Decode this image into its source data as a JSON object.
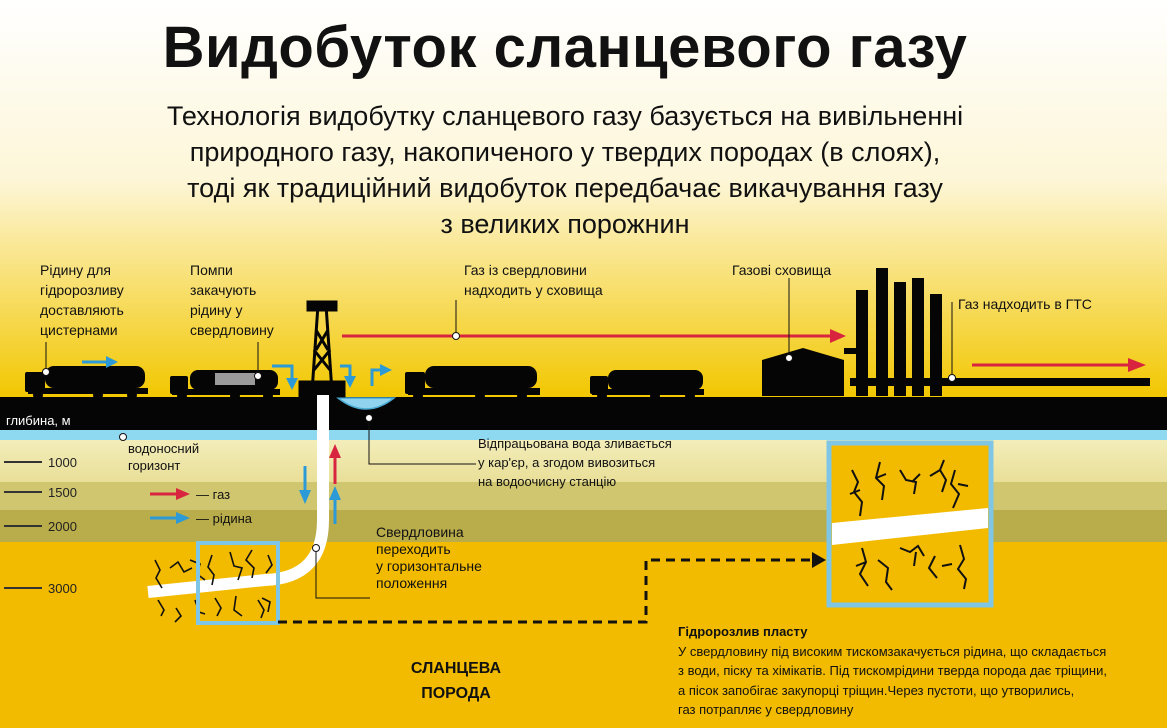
{
  "title": "Видобуток сланцевого газу",
  "subtitle_lines": [
    "Технологія видобутку сланцевого газу базується на вивільненні",
    "природного газу, накопиченого у твердих породах (в слоях),",
    "тоді як традиційний видобуток передбачає викачування газу",
    "з великих порожнин"
  ],
  "labels": {
    "tankers": [
      "Рідину для",
      "гідророзливу",
      "доставляють",
      "цистернами"
    ],
    "pumps": [
      "Помпи",
      "закачують",
      "рідину у",
      "свердловину"
    ],
    "gas_from_well": [
      "Газ із свердловини",
      "надходить у сховища"
    ],
    "storage": "Газові сховища",
    "gts": "Газ надходить в ГТС",
    "depth_axis": "глибина, м",
    "aquifer": [
      "водоносний",
      "горизонт"
    ],
    "waste_water": [
      "Відпрацьована вода зливається",
      "у кар'єр, а згодом вивозиться",
      "на водоочисну станцію"
    ],
    "horizontal": [
      "Свердловина",
      "переходить",
      "у горизонтальне",
      "положення"
    ],
    "shale_rock": [
      "СЛАНЦЕВА",
      "ПОРОДА"
    ]
  },
  "depths": [
    "1000",
    "1500",
    "2000",
    "3000"
  ],
  "legend": {
    "gas": "— газ",
    "liquid": "— рідина"
  },
  "fracking": {
    "heading": "Гідророзлив пласту",
    "lines": [
      "У свердловину під високим тискомзакачується рідина, що складається",
      "з води, піску та хімікатів. Під тискомрідини тверда порода дає тріщини,",
      "а пісок запобігає закупорці тріщин.Через пустоти, що утворились,",
      "газ потрапляє у свердловину"
    ]
  },
  "colors": {
    "sky_top": "#ffffff",
    "sky_bottom": "#f2c700",
    "ground": "#050505",
    "aquifer": "#8ed8f0",
    "layer_light": "#f1eab2",
    "layer_mid": "#cfc66f",
    "layer_dark": "#b8ab49",
    "shale": "#f2bb00",
    "gas_arrow": "#d9243f",
    "liquid_arrow": "#2b9ad6",
    "frame": "#7fc6e6"
  }
}
